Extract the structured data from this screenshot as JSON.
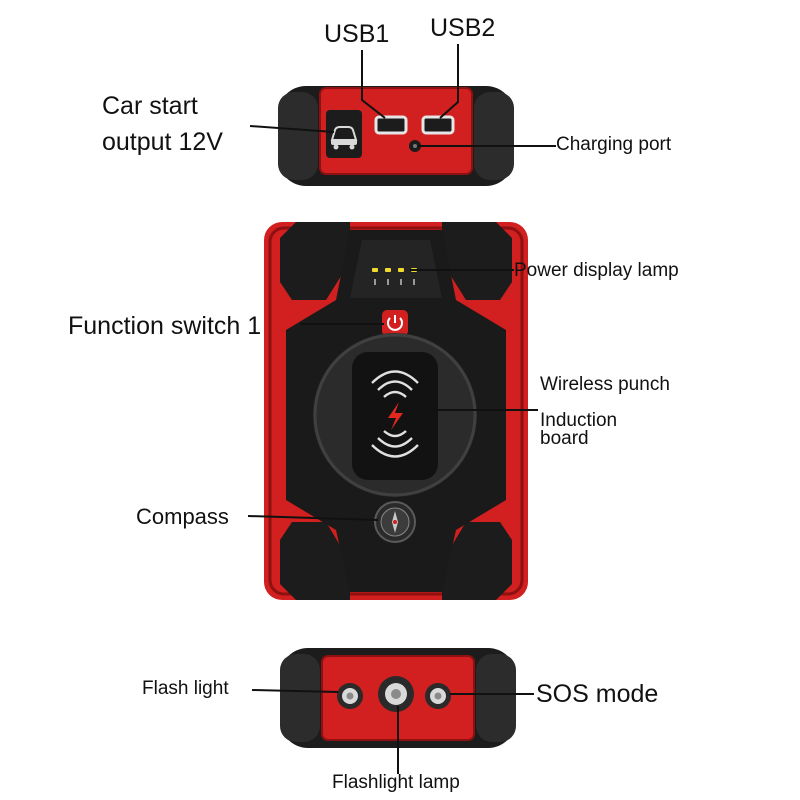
{
  "colors": {
    "body_red": "#d21f1f",
    "dark_red": "#8e1010",
    "black_body": "#1c1c1c",
    "dark_gray": "#3a3a3a",
    "led_yellow": "#f2dc2a",
    "leader_line": "#111111"
  },
  "labels": {
    "usb1": "USB1",
    "usb2": "USB2",
    "car_start_line1": "Car start",
    "car_start_line2": "output 12V",
    "charging_port": "Charging port",
    "power_display_lamp": "Power display lamp",
    "function_switch": "Function switch 1",
    "wireless_line1": "Wireless punch",
    "wireless_line2": "Induction",
    "wireless_line3": "board",
    "compass": "Compass",
    "flash_light": "Flash light",
    "sos_mode": "SOS mode",
    "flashlight_lamp": "Flashlight lamp"
  },
  "icons": {
    "car": "car-icon",
    "power": "power-icon",
    "wireless": "wireless-charging-icon",
    "bolt": "lightning-bolt-icon",
    "compass": "compass-icon"
  }
}
